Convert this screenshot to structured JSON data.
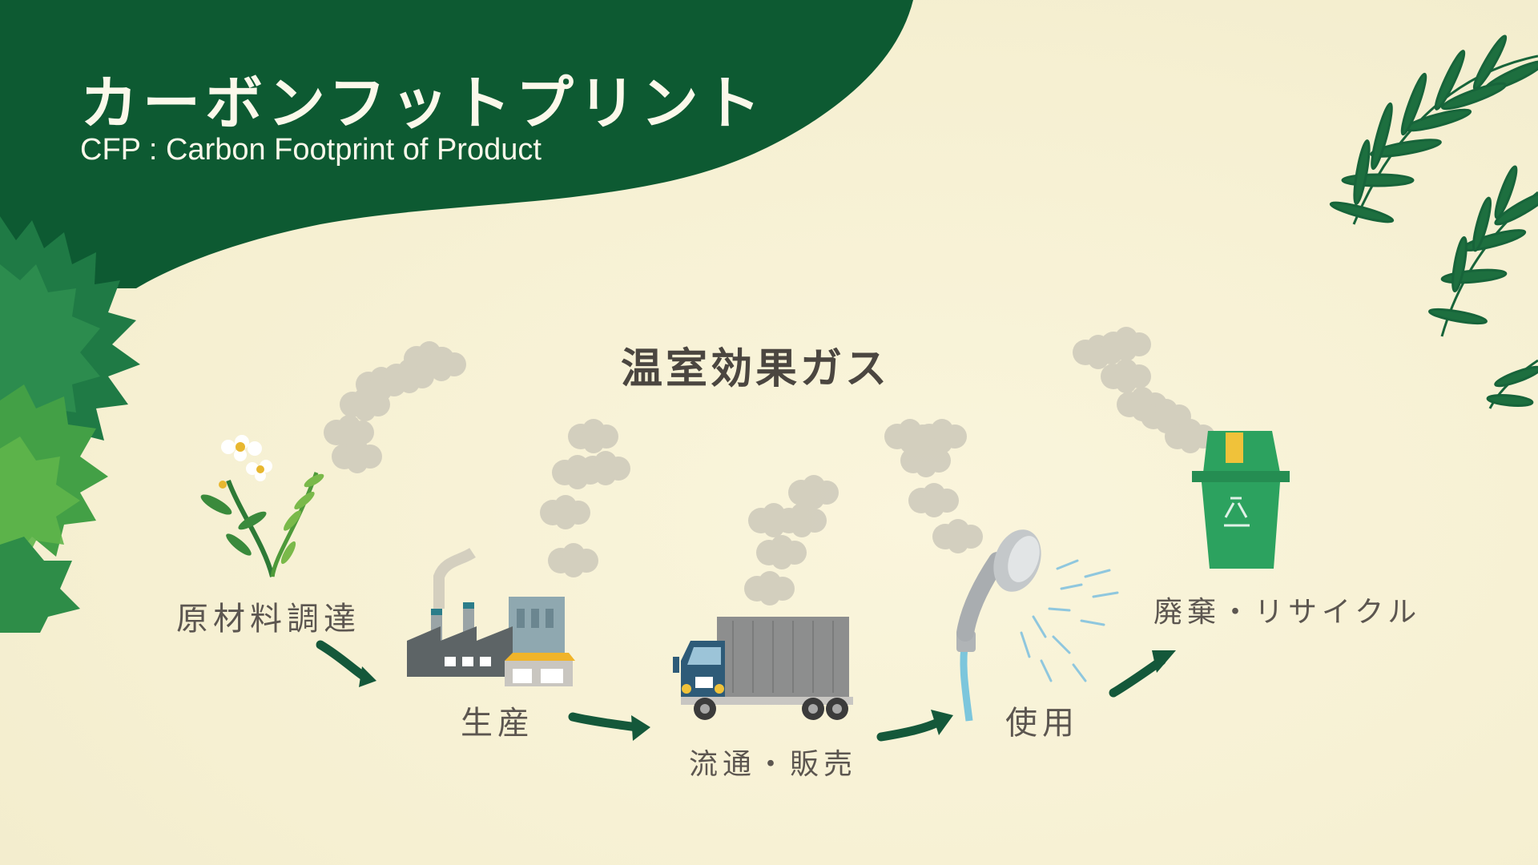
{
  "header": {
    "title": "カーボンフットプリント",
    "subtitle": "CFP : Carbon Footprint of Product"
  },
  "ghg_label": "温室効果ガス",
  "stages": [
    {
      "label": "原材料調達",
      "icon": "plant-icon"
    },
    {
      "label": "生産",
      "icon": "factory-icon"
    },
    {
      "label": "流通・販売",
      "icon": "truck-icon"
    },
    {
      "label": "使用",
      "icon": "shower-head-icon"
    },
    {
      "label": "廃棄・リサイクル",
      "icon": "recycle-bin-icon"
    }
  ],
  "colors": {
    "background": "#f7f2d5",
    "header_green": "#0d5a32",
    "arrow_green": "#14583a",
    "text_dark": "#4b4640",
    "smoke": "#cfcbbc",
    "bin_green": "#2ca25f",
    "truck_blue": "#2e5b78"
  }
}
